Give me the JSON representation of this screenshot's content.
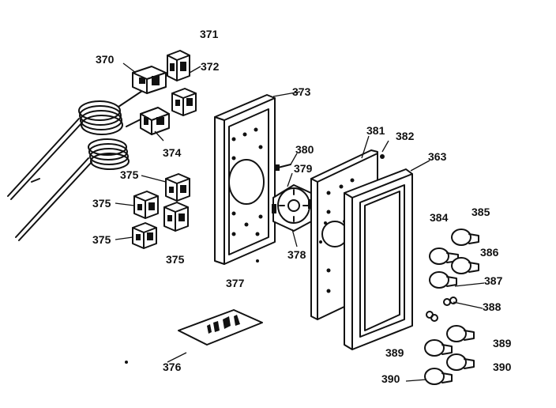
{
  "diagram": {
    "labels": {
      "p370": "370",
      "p371": "371",
      "p372": "372",
      "p373": "373",
      "p374": "374",
      "p375a": "375",
      "p375b": "375",
      "p375c": "375",
      "p375d": "375",
      "p376": "376",
      "p377": "377",
      "p378": "378",
      "p379": "379",
      "p380": "380",
      "p381": "381",
      "p382": "382",
      "p363": "363",
      "p384": "384",
      "p385": "385",
      "p386": "386",
      "p387": "387",
      "p388": "388",
      "p389a": "389",
      "p389b": "389",
      "p390a": "390",
      "p390b": "390"
    }
  }
}
